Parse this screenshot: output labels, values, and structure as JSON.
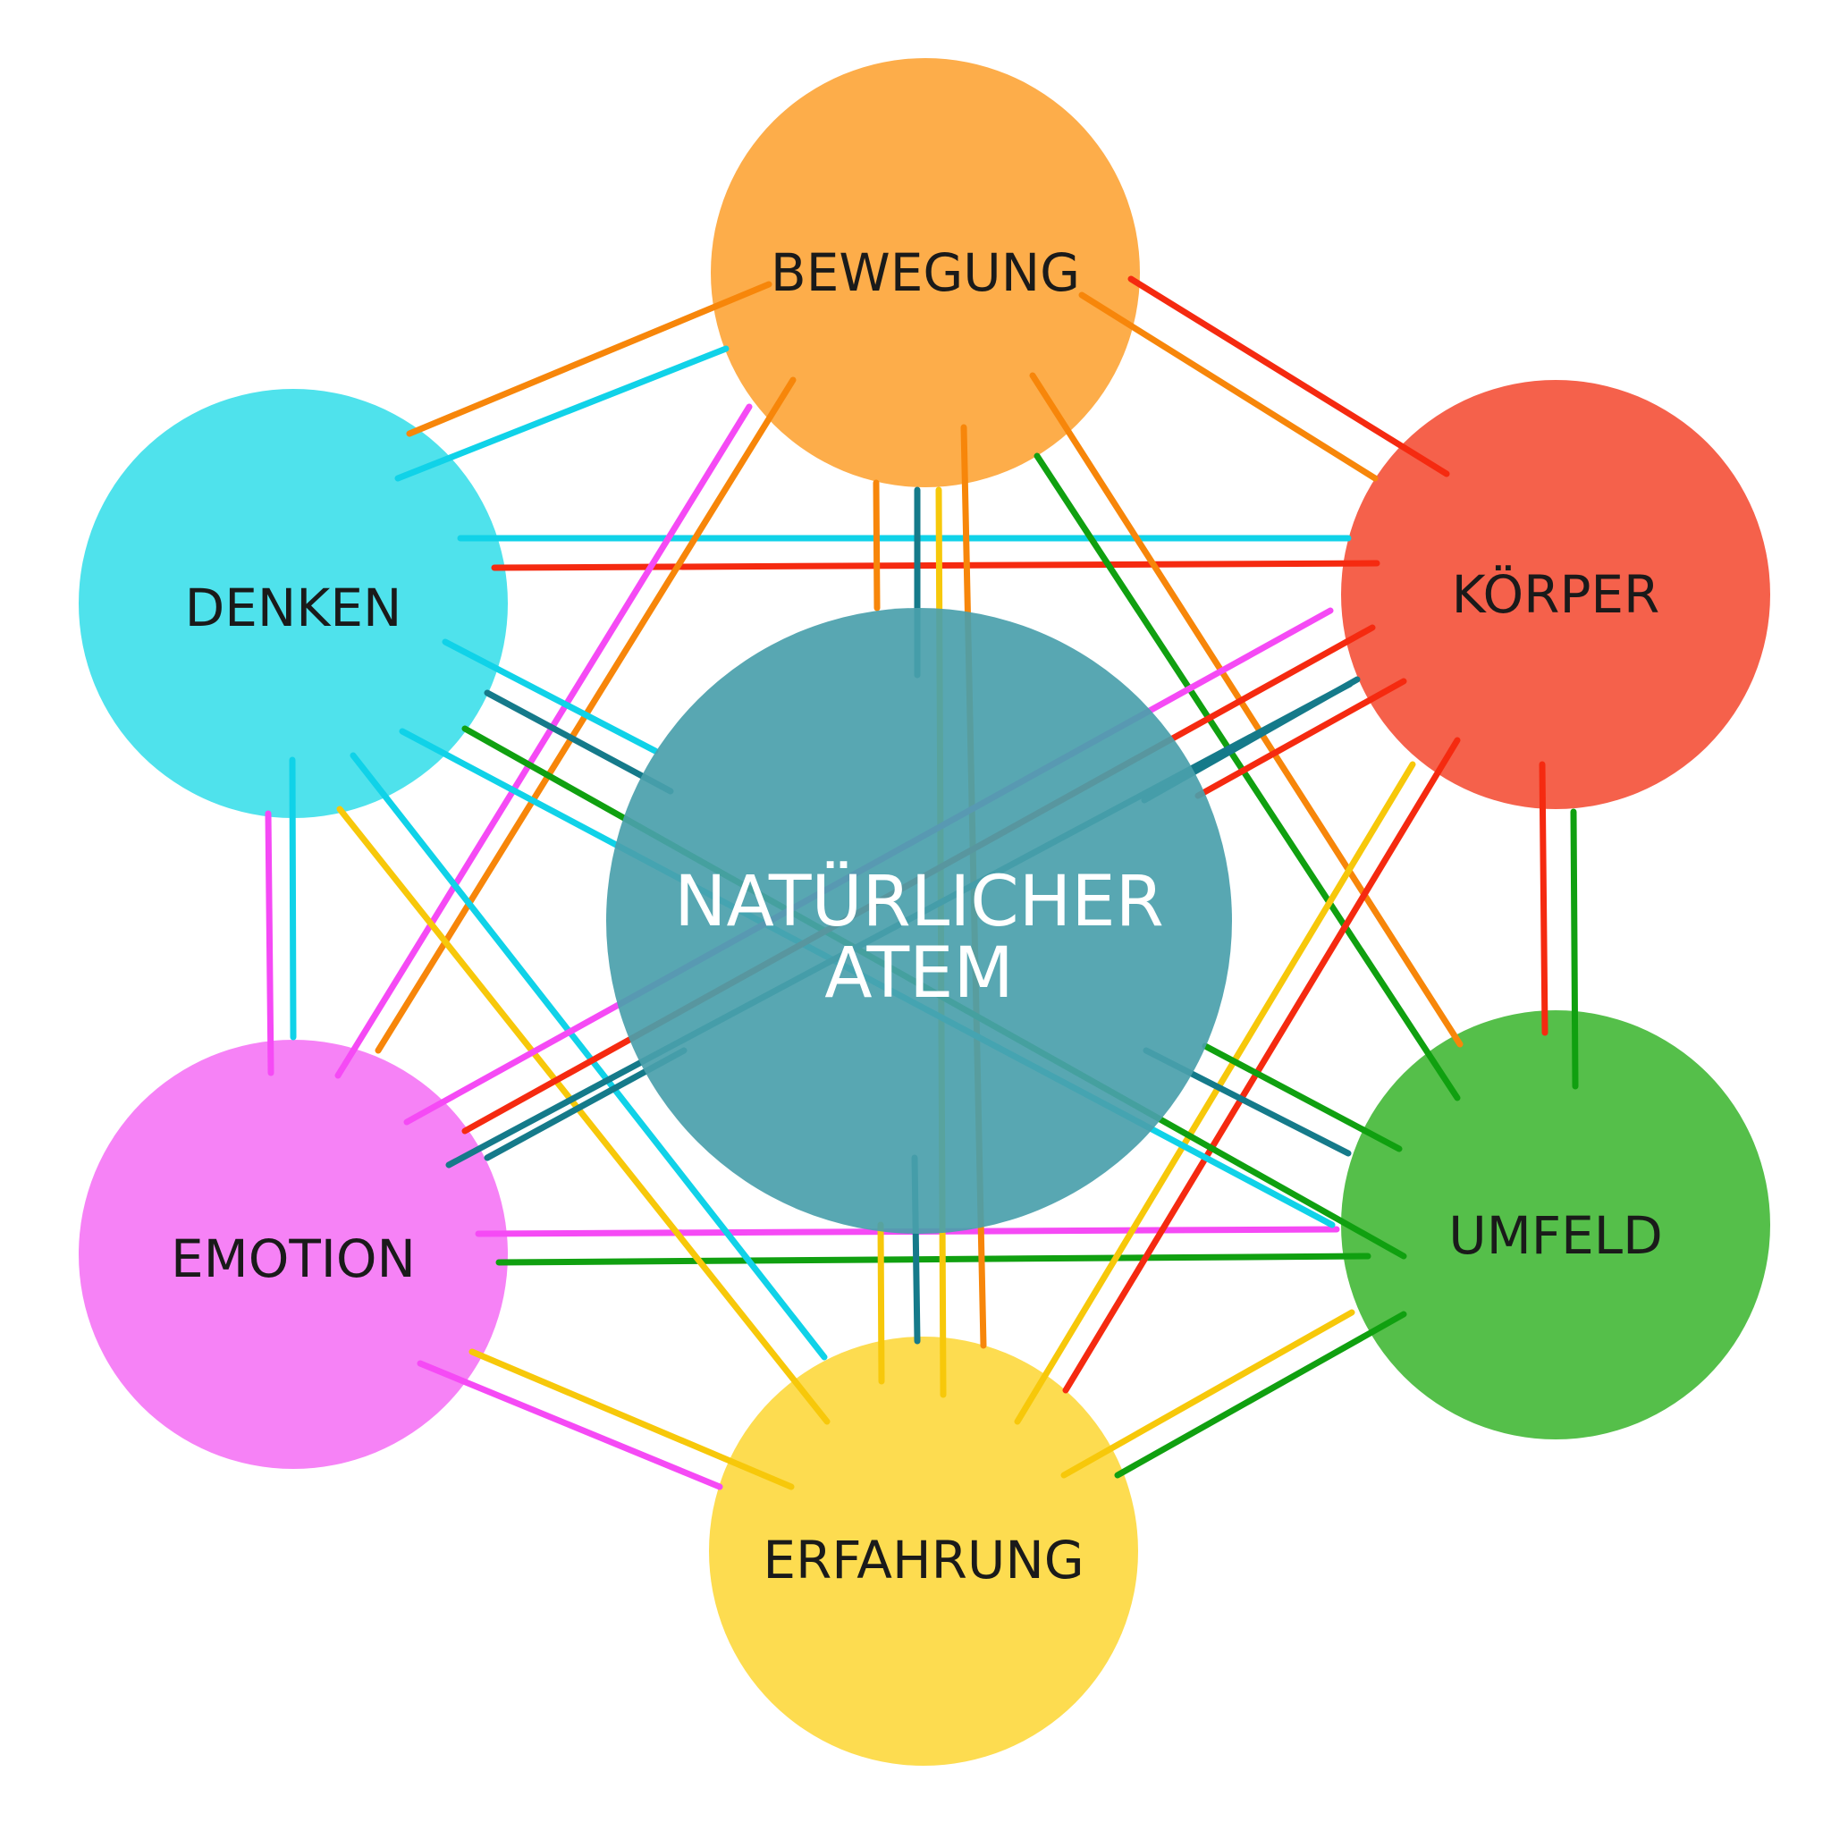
{
  "diagram": {
    "center": {
      "line1": "NATÜRLICHER",
      "line2": "ATEM",
      "color": "#4a9fab"
    },
    "nodes": [
      {
        "id": "bewegung",
        "label": "BEWEGUNG",
        "color": "#fdad4a",
        "line_color": "#f7860a"
      },
      {
        "id": "koerper",
        "label": "KÖRPER",
        "color": "#f5614b",
        "line_color": "#f52a10"
      },
      {
        "id": "umfeld",
        "label": "UMFELD",
        "color": "#55bf4a",
        "line_color": "#10a010"
      },
      {
        "id": "erfahrung",
        "label": "ERFAHRUNG",
        "color": "#fddc50",
        "line_color": "#f7c80a"
      },
      {
        "id": "emotion",
        "label": "EMOTION",
        "color": "#f682f6",
        "line_color": "#f54af5"
      },
      {
        "id": "denken",
        "label": "DENKEN",
        "color": "#4fe2ec",
        "line_color": "#10d2e8"
      }
    ],
    "center_line_color": "#157a8a"
  }
}
